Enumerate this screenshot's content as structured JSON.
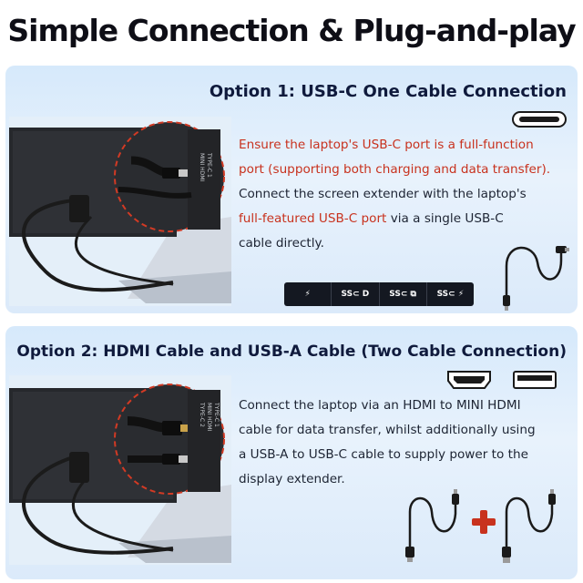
{
  "headline": "Simple Connection & Plug-and-play",
  "option1": {
    "title": "Option 1: USB-C One Cable Connection",
    "line_red_a": "Ensure the laptop's USB-C port is a full-function",
    "line_red_b": "port (supporting both charging and data transfer).",
    "line_c": "Connect the screen extender with the laptop's",
    "line_d_red": "full-featured USB-C port",
    "line_d_rest": " via a single USB-C",
    "line_e": "cable directly.",
    "port_icon": "usb-c-port-icon",
    "badges": [
      {
        "icon": "thunderbolt-icon",
        "label": "⚡"
      },
      {
        "icon": "ss-display-icon",
        "label": "SS⊂ D"
      },
      {
        "icon": "ss-data-icon",
        "label": "SS⊂ ⧉"
      },
      {
        "icon": "ss-power-icon",
        "label": "SS⊂ ⚡"
      }
    ],
    "screen_labels": [
      "MINI HDMI",
      "TYPE-C 1"
    ]
  },
  "option2": {
    "title": "Option 2: HDMI Cable and USB-A Cable (Two Cable Connection)",
    "line_a": "Connect the laptop via an HDMI to MINI HDMI",
    "line_b": "cable for data transfer, whilst additionally using",
    "line_c": "a USB-A to USB-C cable to supply power to the",
    "line_d": "display extender.",
    "port_icons": [
      "hdmi-port-icon",
      "usb-a-port-icon"
    ],
    "screen_labels": [
      "TYPE-C 2",
      "MINI HDMI",
      "TYPE-C 1"
    ]
  },
  "colors": {
    "accent_red": "#c8321e",
    "dark": "#0e0e16",
    "panel": "#d6e9fb"
  }
}
